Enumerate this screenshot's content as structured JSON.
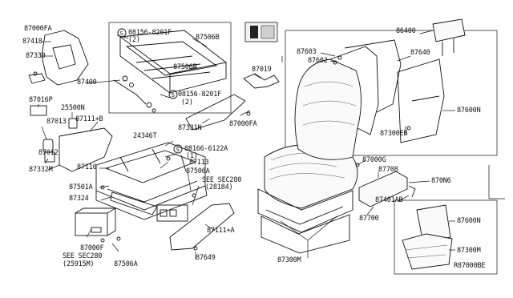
{
  "labels": {
    "p87000FA_tl": "87000FA",
    "p87418": "87418",
    "p87330": "87330",
    "p87016P": "87016P",
    "p25500N": "25500N",
    "p87013": "87013",
    "p87111B": "87111+B",
    "p87012": "87012",
    "p87332M": "87332M",
    "p87400": "87400",
    "bolt1": "08156-8201F",
    "bolt1_qty": "(2)",
    "p87506B_a": "87506B",
    "p87506B_b": "87506B",
    "bolt2": "08156-8201F",
    "bolt2_qty": "(2)",
    "p87019": "87019",
    "p87331N": "87331N",
    "p87000FA_mid": "87000FA",
    "p24346T": "24346T",
    "bolt3": "08166-6122A",
    "bolt3_qty": "(1)",
    "p87113": "87113",
    "p87110": "87110",
    "p87506A_top": "87506A",
    "see_sec280_a": "SEE SEC280",
    "see_sec280_a_ref": "(28184)",
    "p87501A": "87501A",
    "p87324": "87324",
    "p87111A": "87111+A",
    "p87000F": "87000F",
    "see_sec280_b": "SEE SEC280",
    "see_sec280_b_ref": "(25915M)",
    "p87506A_bot": "87506A",
    "p87649": "87649",
    "p86400": "86400",
    "p87603": "87603",
    "p87602": "87602",
    "p87640": "87640",
    "p87600N_top": "87600N",
    "p87300EB": "87300EB",
    "p87000G": "87000G",
    "p87708": "87708",
    "p870N6": "870N6",
    "p87401AB": "87401AB",
    "p87700": "87700",
    "p87300M": "87300M",
    "p87600N_bot": "87600N",
    "p87300M_r": "87300M",
    "p_r87000BE": "R87000BE"
  }
}
